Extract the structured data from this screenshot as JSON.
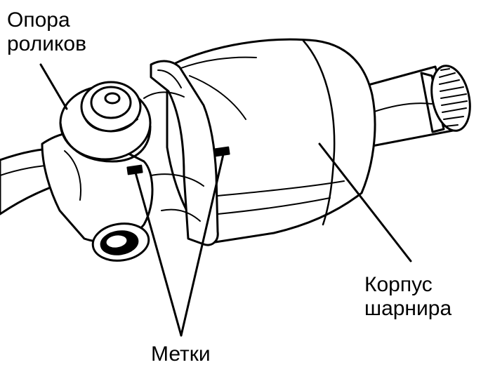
{
  "labels": {
    "roller_support": [
      "Опора",
      "роликов"
    ],
    "joint_housing": [
      "Корпус",
      "шарнира"
    ],
    "marks": "Метки"
  },
  "colors": {
    "ink": "#000000",
    "paper": "#ffffff"
  }
}
